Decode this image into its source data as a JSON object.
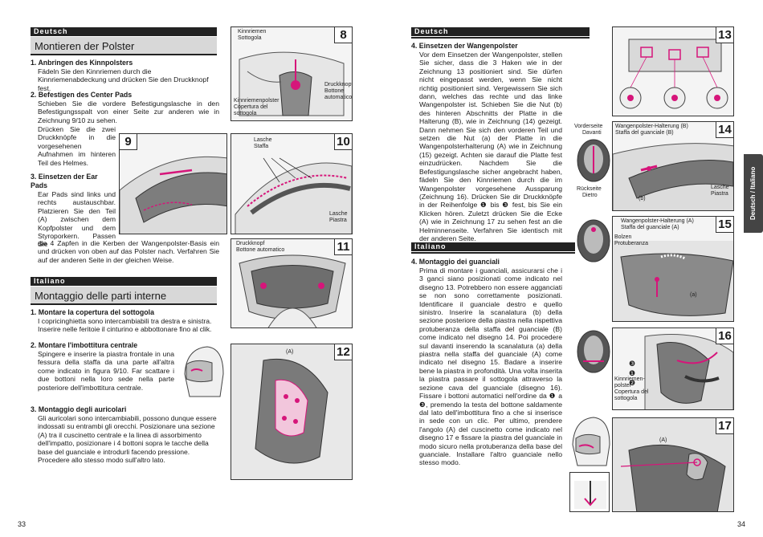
{
  "left": {
    "de_bar": "Deutsch",
    "de_title": "Montieren der Polster",
    "de_1_h": "1. Anbringen des Kinnpolsters",
    "de_1_t": "Fädeln Sie den Kinnriemen durch die Kinnriemenabdeckung und drücken Sie den Druckknopf fest.",
    "de_2_h": "2. Befestigen des Center Pads",
    "de_2_t1": "Schieben Sie die vordere Befestigungslasche in den Befestigungsspalt von einer Seite zur anderen wie in Zeichnung 9/10 zu sehen.",
    "de_2_t2": "Drücken Sie die zwei Druckknöpfe in die vorgesehenen Aufnahmen im hinteren Teil des Helmes.",
    "de_3_h": "3. Einsetzen der Ear Pads",
    "de_3_t1": "Ear Pads sind links und rechts austauschbar. Platzieren Sie den Teil (A) zwischen dem Kopfpolster und dem Styroporkern. Passen Sie",
    "de_3_t2": "die 4 Zapfen in die Kerben der Wangenpolster-Basis ein und drücken von oben auf das Polster nach. Verfahren Sie auf der anderen Seite in der gleichen Weise.",
    "it_bar": "Italiano",
    "it_title": "Montaggio delle parti interne",
    "it_1_h": "1. Montare la copertura del sottogola",
    "it_1_t": "I copricinghietta sono intercambiabili tra destra e sinistra. Inserire nelle feritoie il cinturino e abbottonare fino al clik.",
    "it_2_h": "2. Montare l'imbottitura centrale",
    "it_2_t": "Spingere e inserire la piastra frontale in una fessura della staffa da una parte all'altra come indicato in figura 9/10. Far scattare i due bottoni nella loro sede nella parte posteriore dell'imbottitura centrale.",
    "it_3_h": "3. Montaggio degli auricolari",
    "it_3_t": "Gli auricolari sono intercambiabili, possono dunque essere indossati su entrambi gli orecchi. Posizionare una sezione (A) tra il cuscinetto centrale e la linea di assorbimento dell'impatto, posizionare i 4 bottoni sopra le tacche della base del guanciale e introdurli facendo pressione. Procedere allo stesso modo sull'altro lato.",
    "page_number": "33",
    "fig8": {
      "num": "8",
      "l1": "Kinnriemen",
      "l2": "Sottogola",
      "l3": "Druckknopf",
      "l4": "Bottone",
      "l5": "automatico",
      "l6": "Kinnriemenpolster",
      "l7": "Copertura del",
      "l8": "sottogola"
    },
    "fig9": {
      "num": "9"
    },
    "fig10": {
      "num": "10",
      "l1": "Lasche",
      "l2": "Staffa",
      "l3": "Lasche",
      "l4": "Piastra"
    },
    "fig11": {
      "num": "11",
      "l1": "Druckknopf",
      "l2": "Bottone automatico"
    },
    "fig12": {
      "num": "12",
      "l1": "(A)"
    }
  },
  "right": {
    "de_bar": "Deutsch",
    "de_4_h": "4. Einsetzen der Wangenpolster",
    "de_4_t": "Vor dem Einsetzen der Wangenpolster, stellen Sie sicher, dass die 3 Haken wie in der Zeichnung 13 positioniert sind. Sie dürfen nicht eingepasst werden, wenn Sie nicht richtig positioniert sind. Vergewissern Sie sich dann, welches das rechte und das linke Wangenpolster ist. Schieben Sie die Nut (b) des hinteren Abschnitts der Platte in die Halterung (B), wie in Zeichnung (14) gezeigt. Dann nehmen Sie sich den vorderen Teil und setzen die Nut (a) der Platte in die Wangenpolsterhalterung (A) wie in Zeichnung (15) gezeigt. Achten sie darauf die Platte fest einzudrücken. Nachdem Sie die Befestigungslasche sicher angebracht haben, fädeln Sie den Kinnriemen durch die im Wangenpolster vorgesehene Aussparung (Zeichnung 16). Drücken Sie dir Druckknöpfe in der Reihenfolge ❶ bis ❸ fest, bis Sie ein Klicken hören. Zuletzt drücken Sie die Ecke (A) wie in Zeichnung 17 zu sehen fest an die Helminnenseite. Verfahren Sie identisch mit der anderen Seite.",
    "it_bar": "Italiano",
    "it_4_h": "4. Montaggio dei guanciali",
    "it_4_t": "Prima di montare i guanciali, assicurarsi che i 3 ganci siano posizionati come indicato nel disegno 13. Potrebbero non essere agganciati se non sono correttamente posizionati. Identificare il guanciale destro e quello sinistro. Inserire la scanalatura (b) della sezione posteriore della piastra nella rispettiva protuberanza della staffa del guanciale (B) come indicato nel disegno 14. Poi procedere sul davanti inserendo la scanalatura (a) della piastra nella staffa del guanciale (A) come indicato nel disegno 15. Badare a inserire bene la piastra in profondità. Una volta inserita la piastra passare il sottogola attraverso la sezione cava del guanciale (disegno 16). Fissare i bottoni automatici nell'ordine da ❶ a ❸, premendo la testa del bottone saldamente dal lato dell'imbottitura fino a che si inserisce in sede con un clic. Per ultimo, prendere l'angolo (A) del cuscinetto come indicato nel disegno 17 e fissare la piastra del guanciale in modo sicuro nella protuberanza della base del guanciale. Installare l'altro guanciale nello stesso modo.",
    "side_tab": "Deutsch / Italiano",
    "page_number": "34",
    "fig13": {
      "num": "13"
    },
    "fig14": {
      "num": "14",
      "l1": "Wangenpolster-Halterung (B)",
      "l2": "Staffa del guanciale (B)",
      "l3": "(b)",
      "l4": "Lasche",
      "l5": "Piastra",
      "v1": "Vorderseite",
      "v2": "Davanti",
      "v3": "Rückseite",
      "v4": "Dietro"
    },
    "fig15": {
      "num": "15",
      "l1": "Wangenpolster-Halterung (A)",
      "l2": "Staffa del guanciale (A)",
      "l3": "Bolzen",
      "l4": "Protuberanza",
      "l5": "(a)"
    },
    "fig16": {
      "num": "16",
      "l1": "Kinnriemen-",
      "l2": "polster",
      "l3": "Copertura del",
      "l4": "sottogola",
      "n1": "❸",
      "n2": "❶",
      "n3": "❷"
    },
    "fig17": {
      "num": "17",
      "l1": "(A)"
    }
  },
  "colors": {
    "accent": "#d6157a",
    "bar": "#222222",
    "title_bg": "#d8d8d8",
    "side_tab": "#444444"
  }
}
